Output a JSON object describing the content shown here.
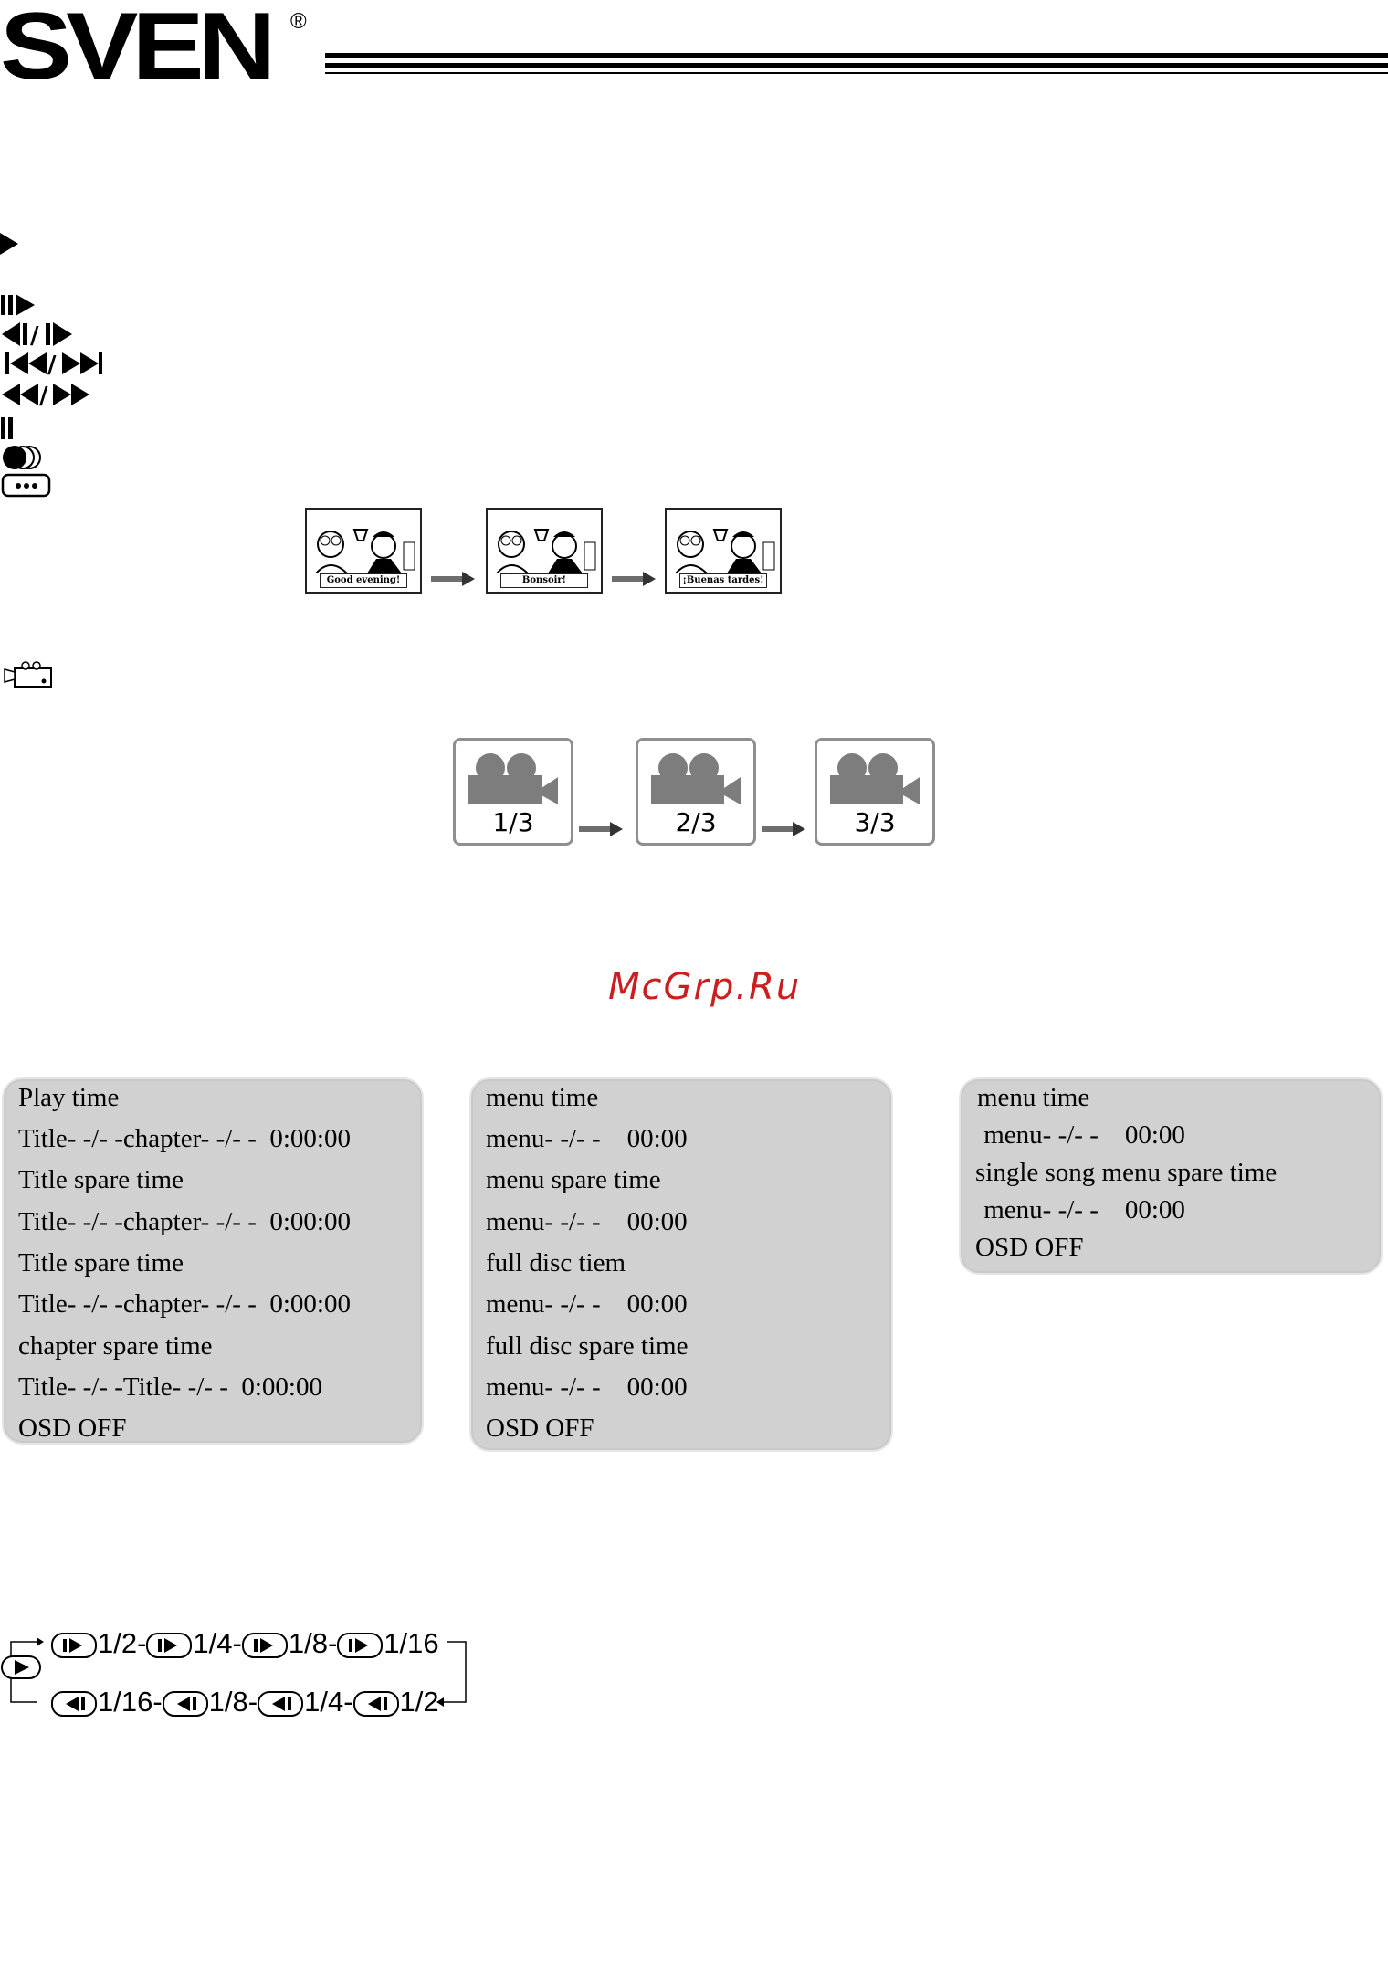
{
  "brand": {
    "logo": "SVEN",
    "registered": "®"
  },
  "watermark": "McGrp.Ru",
  "subtitle_frames": [
    "Good evening!",
    "Bonsoir!",
    "¡Buenas tardes!"
  ],
  "angle_frames": [
    "1/3",
    "2/3",
    "3/3"
  ],
  "panels": {
    "left": [
      "Play time",
      "Title- -/- -chapter- -/- -  0:00:00",
      "Title spare time",
      "Title- -/- -chapter- -/- -  0:00:00",
      "Title spare time",
      "Title- -/- -chapter- -/- -  0:00:00",
      "chapter spare time",
      "Title- -/- -Title- -/- -  0:00:00",
      "OSD OFF"
    ],
    "middle": [
      "menu time",
      "menu- -/- -    00:00",
      "menu spare time",
      "menu- -/- -    00:00",
      "full disc tiem",
      "menu- -/- -    00:00",
      "full disc spare time",
      "menu- -/- -    00:00",
      "OSD OFF"
    ],
    "right": [
      "menu time",
      " menu- -/- -    00:00",
      "single song menu spare time",
      " menu- -/- -    00:00",
      "OSD OFF"
    ]
  },
  "slow_forward": [
    "1/2-",
    "1/4-",
    "1/8-",
    "1/16"
  ],
  "slow_reverse": [
    "1/16-",
    "1/8-",
    "1/4-",
    "1/2"
  ]
}
